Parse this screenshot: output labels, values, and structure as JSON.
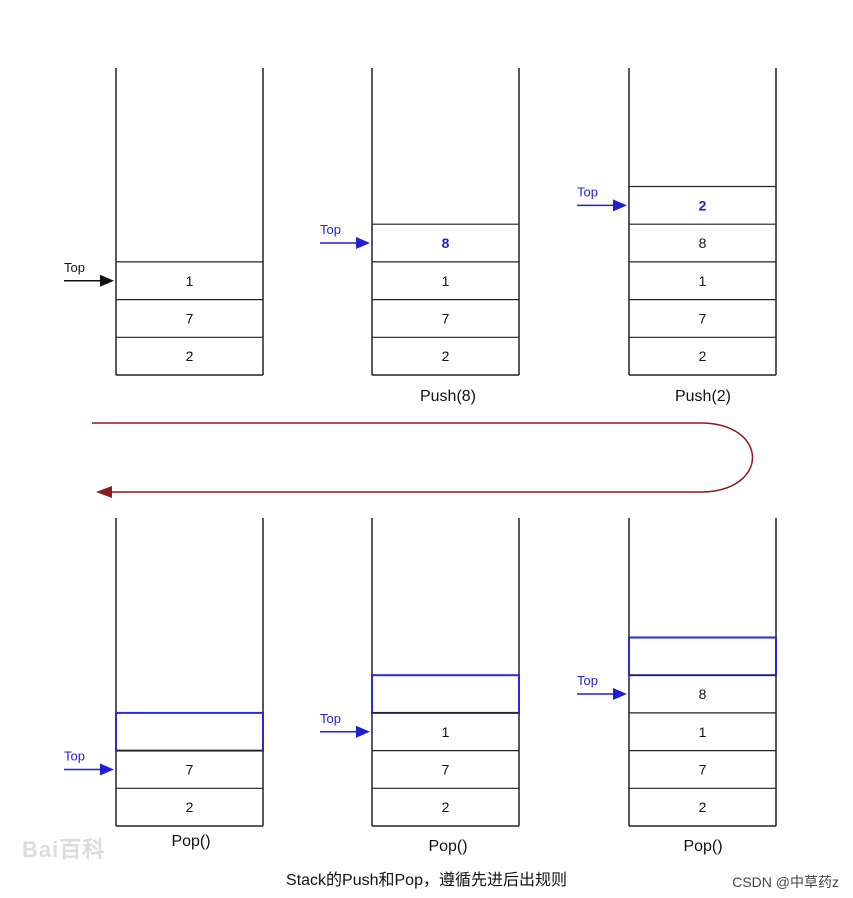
{
  "stacks": [
    {
      "id": "initial",
      "cells": [
        "1",
        "7",
        "2"
      ],
      "top_index": 0,
      "highlight": null,
      "operation": "",
      "pointer": {
        "text": "Top",
        "color": "#111111"
      }
    },
    {
      "id": "push8",
      "cells": [
        "8",
        "1",
        "7",
        "2"
      ],
      "top_index": 0,
      "highlight": "8",
      "operation": "Push(8)",
      "pointer": {
        "text": "Top",
        "color": "#1f1fd6"
      }
    },
    {
      "id": "push2",
      "cells": [
        "2",
        "8",
        "1",
        "7",
        "2"
      ],
      "top_index": 0,
      "highlight": "2",
      "operation": "Push(2)",
      "pointer": {
        "text": "Top",
        "color": "#1f1fd6"
      }
    },
    {
      "id": "pop3",
      "cells": [
        "",
        "8",
        "1",
        "7",
        "2"
      ],
      "top_index": 1,
      "highlight": "empty",
      "operation": "Pop()",
      "pointer": {
        "text": "Top",
        "color": "#1f1fd6"
      }
    },
    {
      "id": "pop2",
      "cells": [
        "",
        "1",
        "7",
        "2"
      ],
      "top_index": 1,
      "highlight": "empty",
      "operation": "Pop()",
      "pointer": {
        "text": "Top",
        "color": "#1f1fd6"
      }
    },
    {
      "id": "pop1",
      "cells": [
        "",
        "7",
        "2"
      ],
      "top_index": 1,
      "highlight": "empty",
      "operation": "Pop()",
      "pointer": {
        "text": "Top",
        "color": "#1f1fd6"
      }
    }
  ],
  "caption": "Stack的Push和Pop，遵循先进后出规则",
  "watermark_csdn": "CSDN @中草药z",
  "watermark_baidu": "Bai百科",
  "colors": {
    "flow_arrow": "#8b1a1a",
    "pointer_blue": "#1f1fd6",
    "highlight_border": "#2a2ad8",
    "line": "#222222"
  }
}
